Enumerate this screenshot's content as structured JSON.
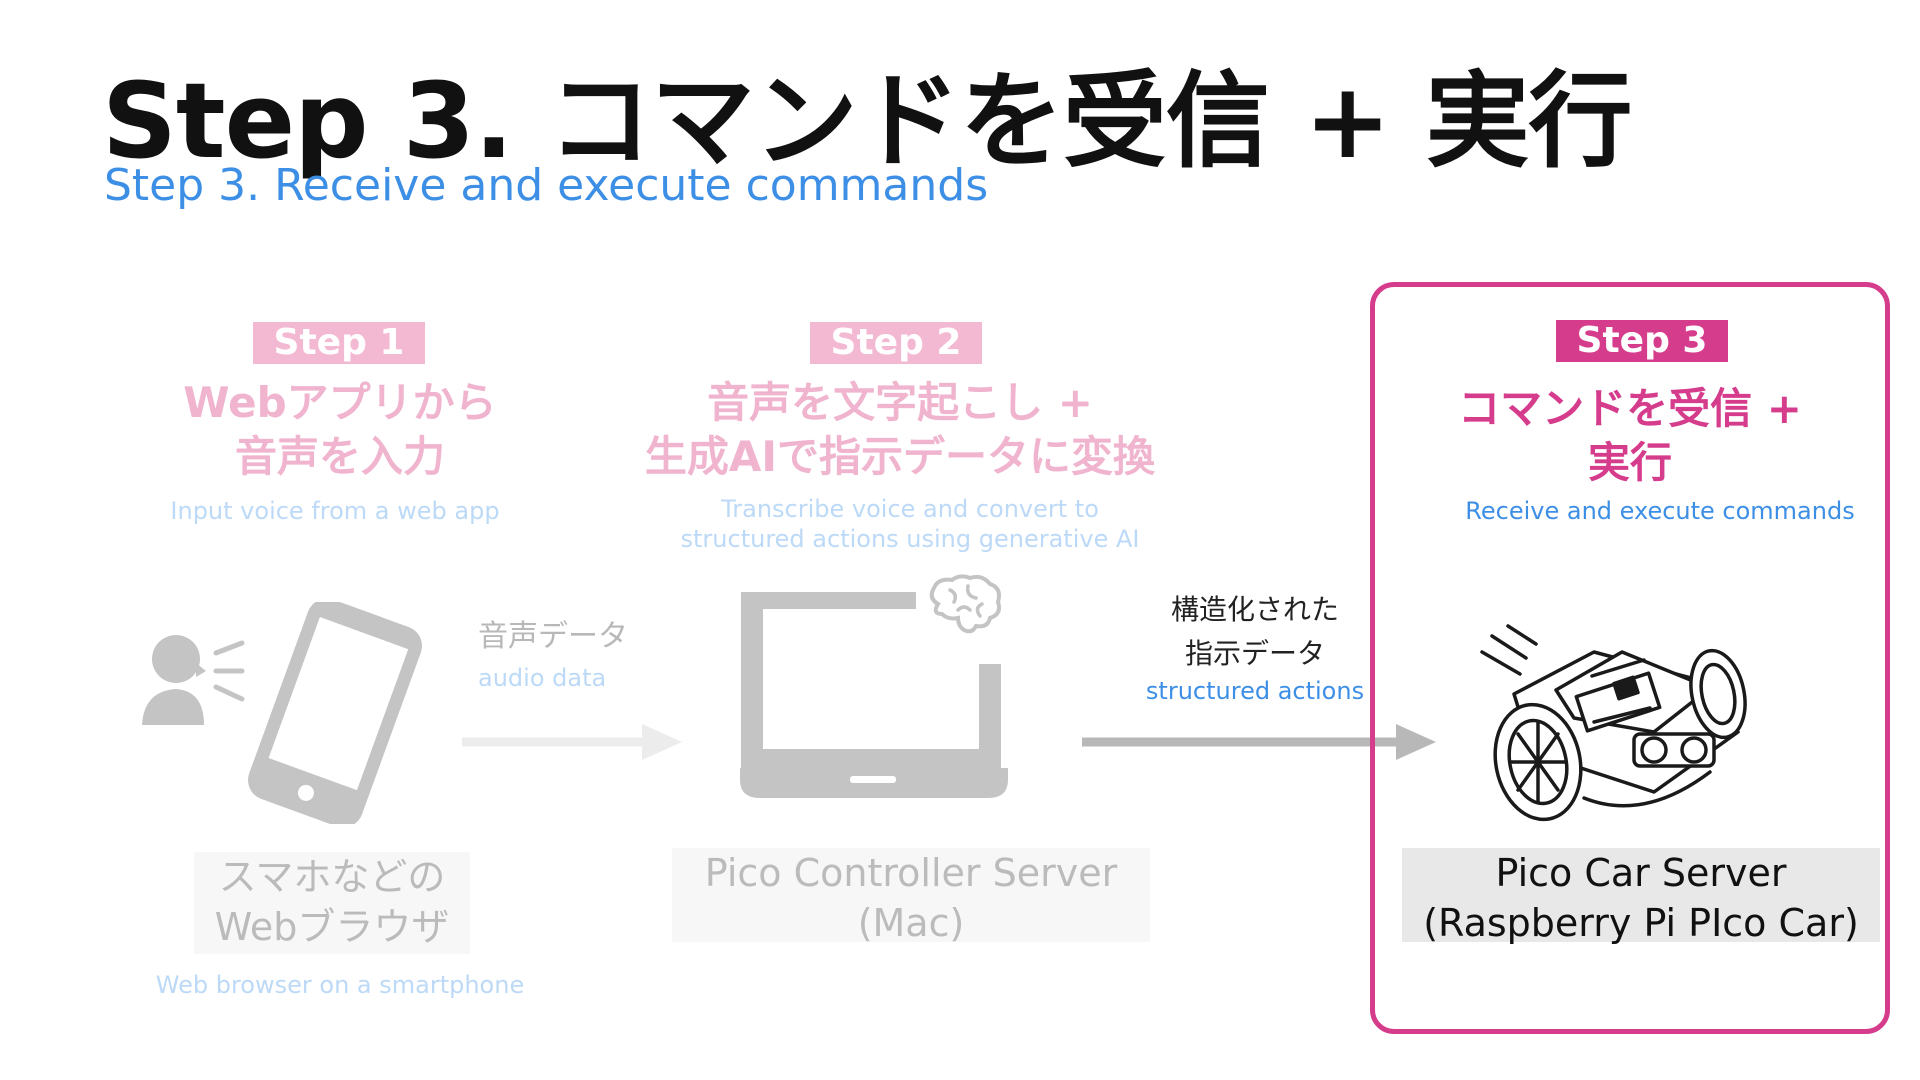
{
  "title": "Step 3. コマンドを受信 + 実行",
  "subtitle": "Step 3. Receive and execute commands",
  "steps": [
    {
      "badge": "Step 1",
      "heading_line1": "Webアプリから",
      "heading_line2": "音声を入力",
      "english": "Input voice from a web app",
      "device_line1": "スマホなどの",
      "device_line2": "Webブラウザ",
      "device_english": "Web browser on a smartphone"
    },
    {
      "badge": "Step 2",
      "heading_line1": "音声を文字起こし +",
      "heading_line2": "生成AIで指示データに変換",
      "english_line1": "Transcribe voice and convert to",
      "english_line2": "structured actions using generative AI",
      "device_line1": "Pico Controller Server",
      "device_line2": "(Mac)"
    },
    {
      "badge": "Step 3",
      "heading_line1": "コマンドを受信 +",
      "heading_line2": "実行",
      "english": "Receive and execute commands",
      "device_line1": "Pico Car Server",
      "device_line2": "(Raspberry Pi PIco Car)"
    }
  ],
  "arrows": {
    "audio": {
      "label_jp": "音声データ",
      "label_en": "audio data"
    },
    "structured": {
      "label_jp_line1": "構造化された",
      "label_jp_line2": "指示データ",
      "label_en": "structured actions"
    }
  },
  "colors": {
    "accent_pink": "#d63c8c",
    "faded_pink": "#f3b9d3",
    "blue": "#3d8fe6",
    "faded_blue": "#bcd9f7",
    "gray_icon": "#c4c4c4"
  },
  "icons": [
    "speaking-person-icon",
    "smartphone-icon",
    "laptop-icon",
    "brain-icon",
    "robot-car-icon"
  ]
}
